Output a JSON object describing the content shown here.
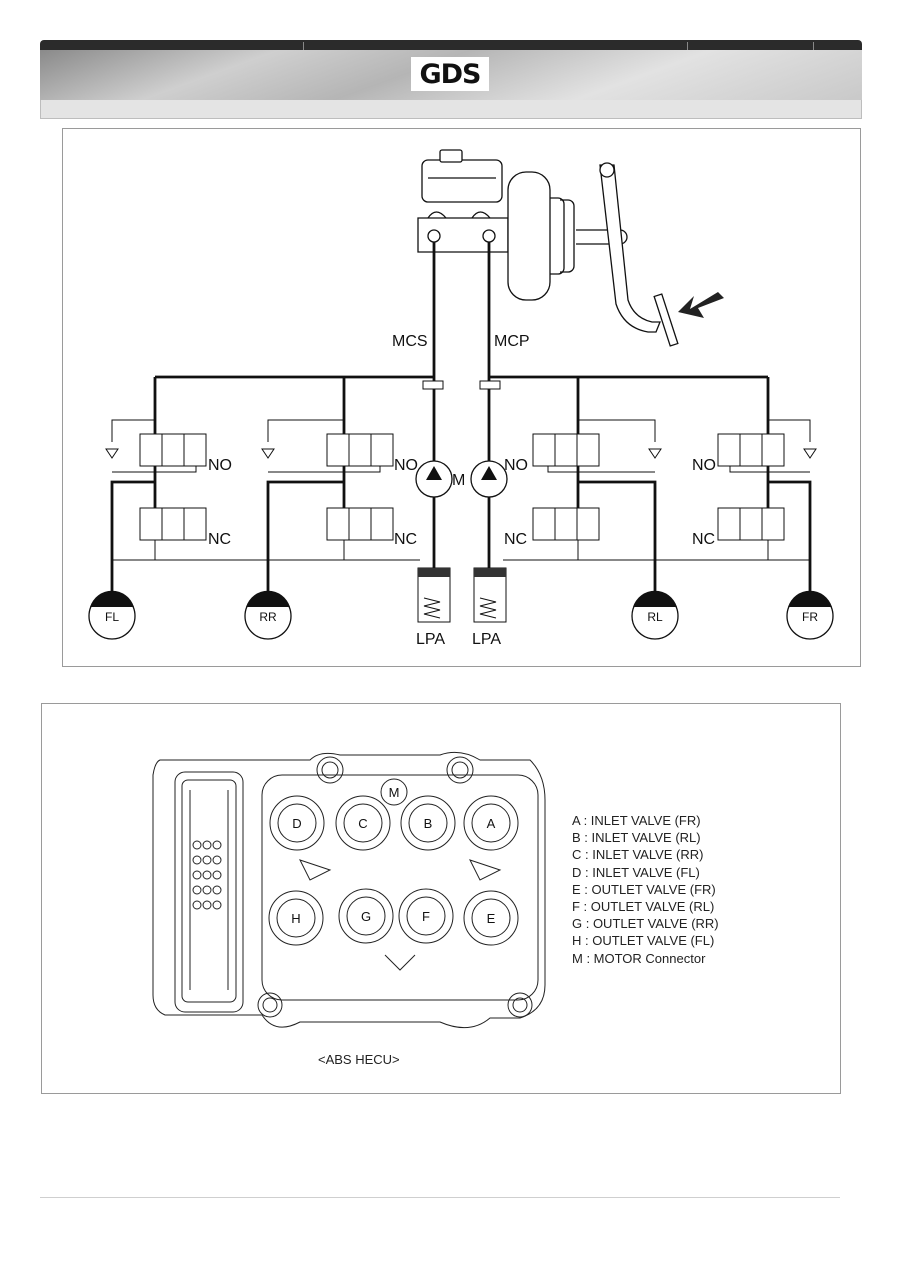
{
  "header": {
    "logo_text": "GDS"
  },
  "hydraulic_diagram": {
    "labels": {
      "mcs": "MCS",
      "mcp": "MCP",
      "no": "NO",
      "nc": "NC",
      "motor": "M",
      "lpa": "LPA"
    },
    "wheels": [
      "FL",
      "RR",
      "RL",
      "FR"
    ]
  },
  "hecu_diagram": {
    "ports": [
      "A",
      "B",
      "C",
      "D",
      "E",
      "F",
      "G",
      "H",
      "M"
    ],
    "legend": [
      "A : INLET VALVE (FR)",
      "B : INLET VALVE (RL)",
      "C : INLET VALVE (RR)",
      "D : INLET VALVE (FL)",
      "E : OUTLET VALVE (FR)",
      "F : OUTLET VALVE (RL)",
      "G : OUTLET VALVE (RR)",
      "H : OUTLET VALVE (FL)",
      "M : MOTOR Connector"
    ],
    "caption": "<ABS HECU>"
  }
}
